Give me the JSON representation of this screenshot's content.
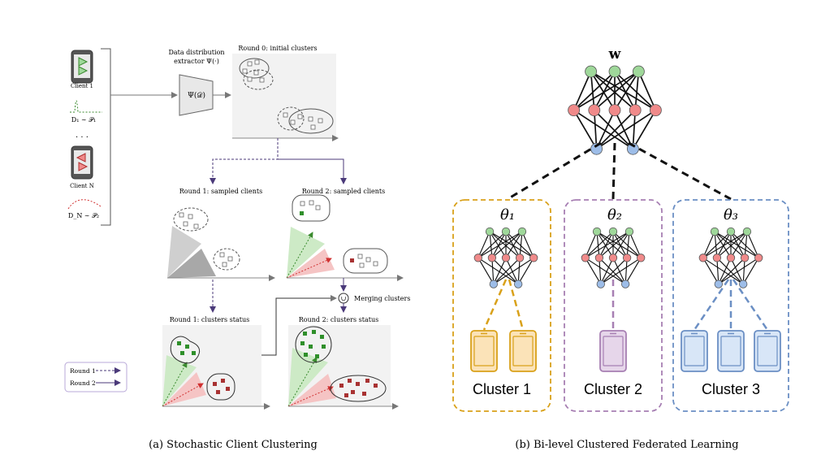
{
  "panel_a": {
    "caption": "(a) Stochastic Client Clustering",
    "client_1_label": "Client 1",
    "client_n_label": "Client N",
    "dist_1_label": "D₁ ∼ 𝒫₁",
    "dist_n_label": "D_N ∼ 𝒫₂",
    "ellipsis": "· · ·",
    "extractor_title_line1": "Data distribution",
    "extractor_title_line2": "extractor Ψ(·)",
    "extractor_box_label": "Ψ(𝒟)",
    "round0_title": "Round 0: initial clusters",
    "round1_sampled_title": "Round 1: sampled clients",
    "round2_sampled_title": "Round 2: sampled clients",
    "merging_label": "Merging clusters",
    "round1_status_title": "Round 1: clusters status",
    "round2_status_title": "Round 2: clusters status",
    "legend_round1": "Round 1",
    "legend_round2": "Round 2",
    "colors": {
      "green": "#3a8a2e",
      "red": "#b03030",
      "arrow_purple": "#4b3a7a"
    }
  },
  "panel_b": {
    "caption": "(b) Bi-level Clustered Federated Learning",
    "global_label": "w",
    "theta_1": "θ₁",
    "theta_2": "θ₂",
    "theta_3": "θ₃",
    "cluster_1_label": "Cluster 1",
    "cluster_2_label": "Cluster 2",
    "cluster_3_label": "Cluster 3",
    "colors": {
      "cluster_1": "#d9a11a",
      "cluster_2": "#a77fb3",
      "cluster_3": "#6b8fc4",
      "node_green": "#9fd89a",
      "node_red": "#f08a8a",
      "node_blue": "#9dbde8"
    }
  }
}
